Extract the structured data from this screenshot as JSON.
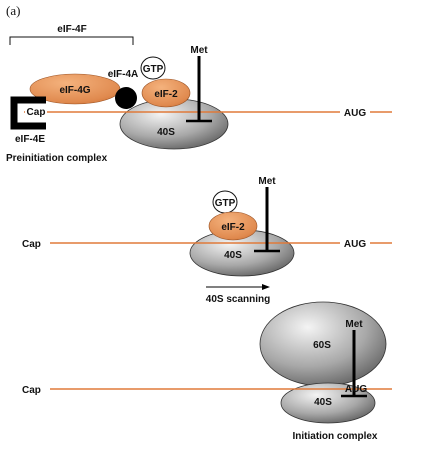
{
  "figure": {
    "panel_label": "(a)"
  },
  "stage1": {
    "factor_group_label": "eIF-4F",
    "eif4g_label": "eIF-4G",
    "eif4a_label": "eIF-4A",
    "gtp_label": "GTP",
    "eif2_label": "eIF-2",
    "met_label": "Met",
    "cap_label": "Cap",
    "eif4e_label": "eIF-4E",
    "subunit_label": "40S",
    "aug_label": "AUG",
    "caption": "Preinitiation complex"
  },
  "stage2": {
    "gtp_label": "GTP",
    "eif2_label": "eIF-2",
    "met_label": "Met",
    "cap_label": "Cap",
    "subunit_label": "40S",
    "aug_label": "AUG",
    "caption": "40S scanning"
  },
  "stage3": {
    "met_label": "Met",
    "large_subunit_label": "60S",
    "cap_label": "Cap",
    "aug_label": "AUG",
    "small_subunit_label": "40S",
    "caption": "Initiation complex"
  },
  "colors": {
    "mrna": "#e07a3a",
    "factor_fill": "#e08a4f",
    "ribosome_light": "#f2f2f2",
    "ribosome_dark": "#5a5a5a",
    "ink": "#111111"
  }
}
